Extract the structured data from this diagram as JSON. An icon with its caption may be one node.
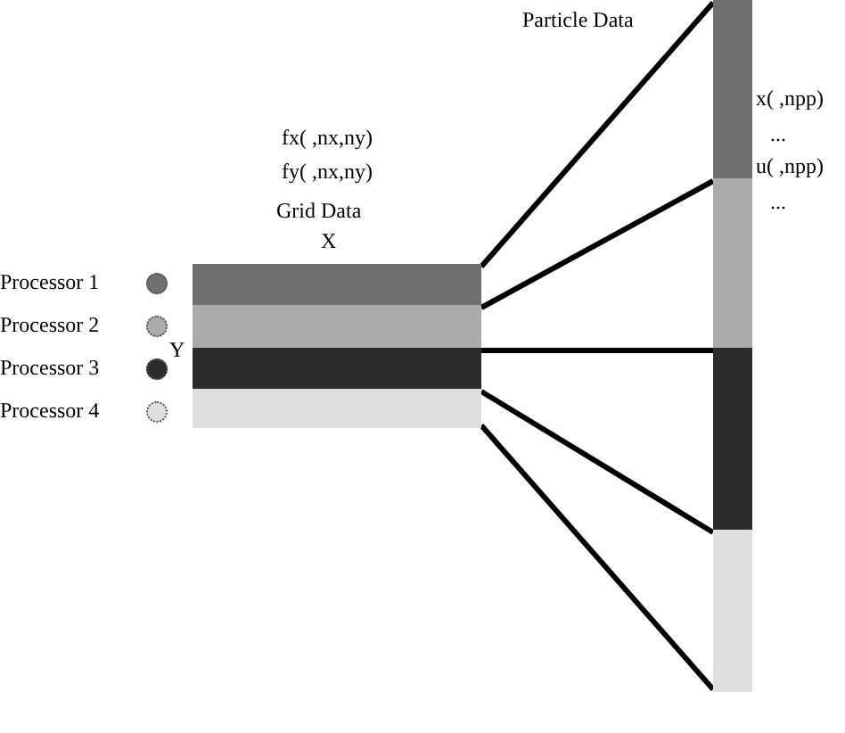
{
  "diagram": {
    "nodes": [
      {
        "text": [
          "Grid Data"
        ]
      },
      {
        "text": [],
        "shape": "bar",
        "in": 0
      },
      {
        "text": [],
        "shape": "bar",
        "in": 0
      },
      {
        "text": [],
        "shape": "bar",
        "in": 0
      },
      {
        "text": [],
        "shape": "bar",
        "in": 0
      },
      {
        "text": [
          "Particle Data"
        ]
      },
      {
        "text": [],
        "shape": "bar",
        "in": 5
      },
      {
        "text": [],
        "shape": "bar",
        "in": 5
      },
      {
        "text": [],
        "shape": "bar",
        "in": 5
      },
      {
        "text": [],
        "shape": "bar",
        "in": 5
      }
    ],
    "edges": [
      {
        "from": 1,
        "to": 6,
        "arrow": "none"
      },
      {
        "from": 2,
        "to": 7,
        "arrow": "none"
      },
      {
        "from": 3,
        "to": 8,
        "arrow": "none"
      },
      {
        "from": 4,
        "to": 9,
        "arrow": "none"
      },
      {
        "from": 4,
        "to": 9,
        "arrow": "none"
      }
    ],
    "labels": [
      "fx( ,nx,ny)",
      "fy( ,nx,ny)",
      "X",
      "Y",
      "x( ,npp)",
      "...",
      "u( ,npp)",
      "..."
    ],
    "legend": [
      {
        "text": "Processor 1",
        "color": "#707070"
      },
      {
        "text": "Processor 2",
        "color": "#ababab"
      },
      {
        "text": "Processor 3",
        "color": "#2b2b2b"
      },
      {
        "text": "Processor 4",
        "color": "#dedede"
      }
    ]
  }
}
